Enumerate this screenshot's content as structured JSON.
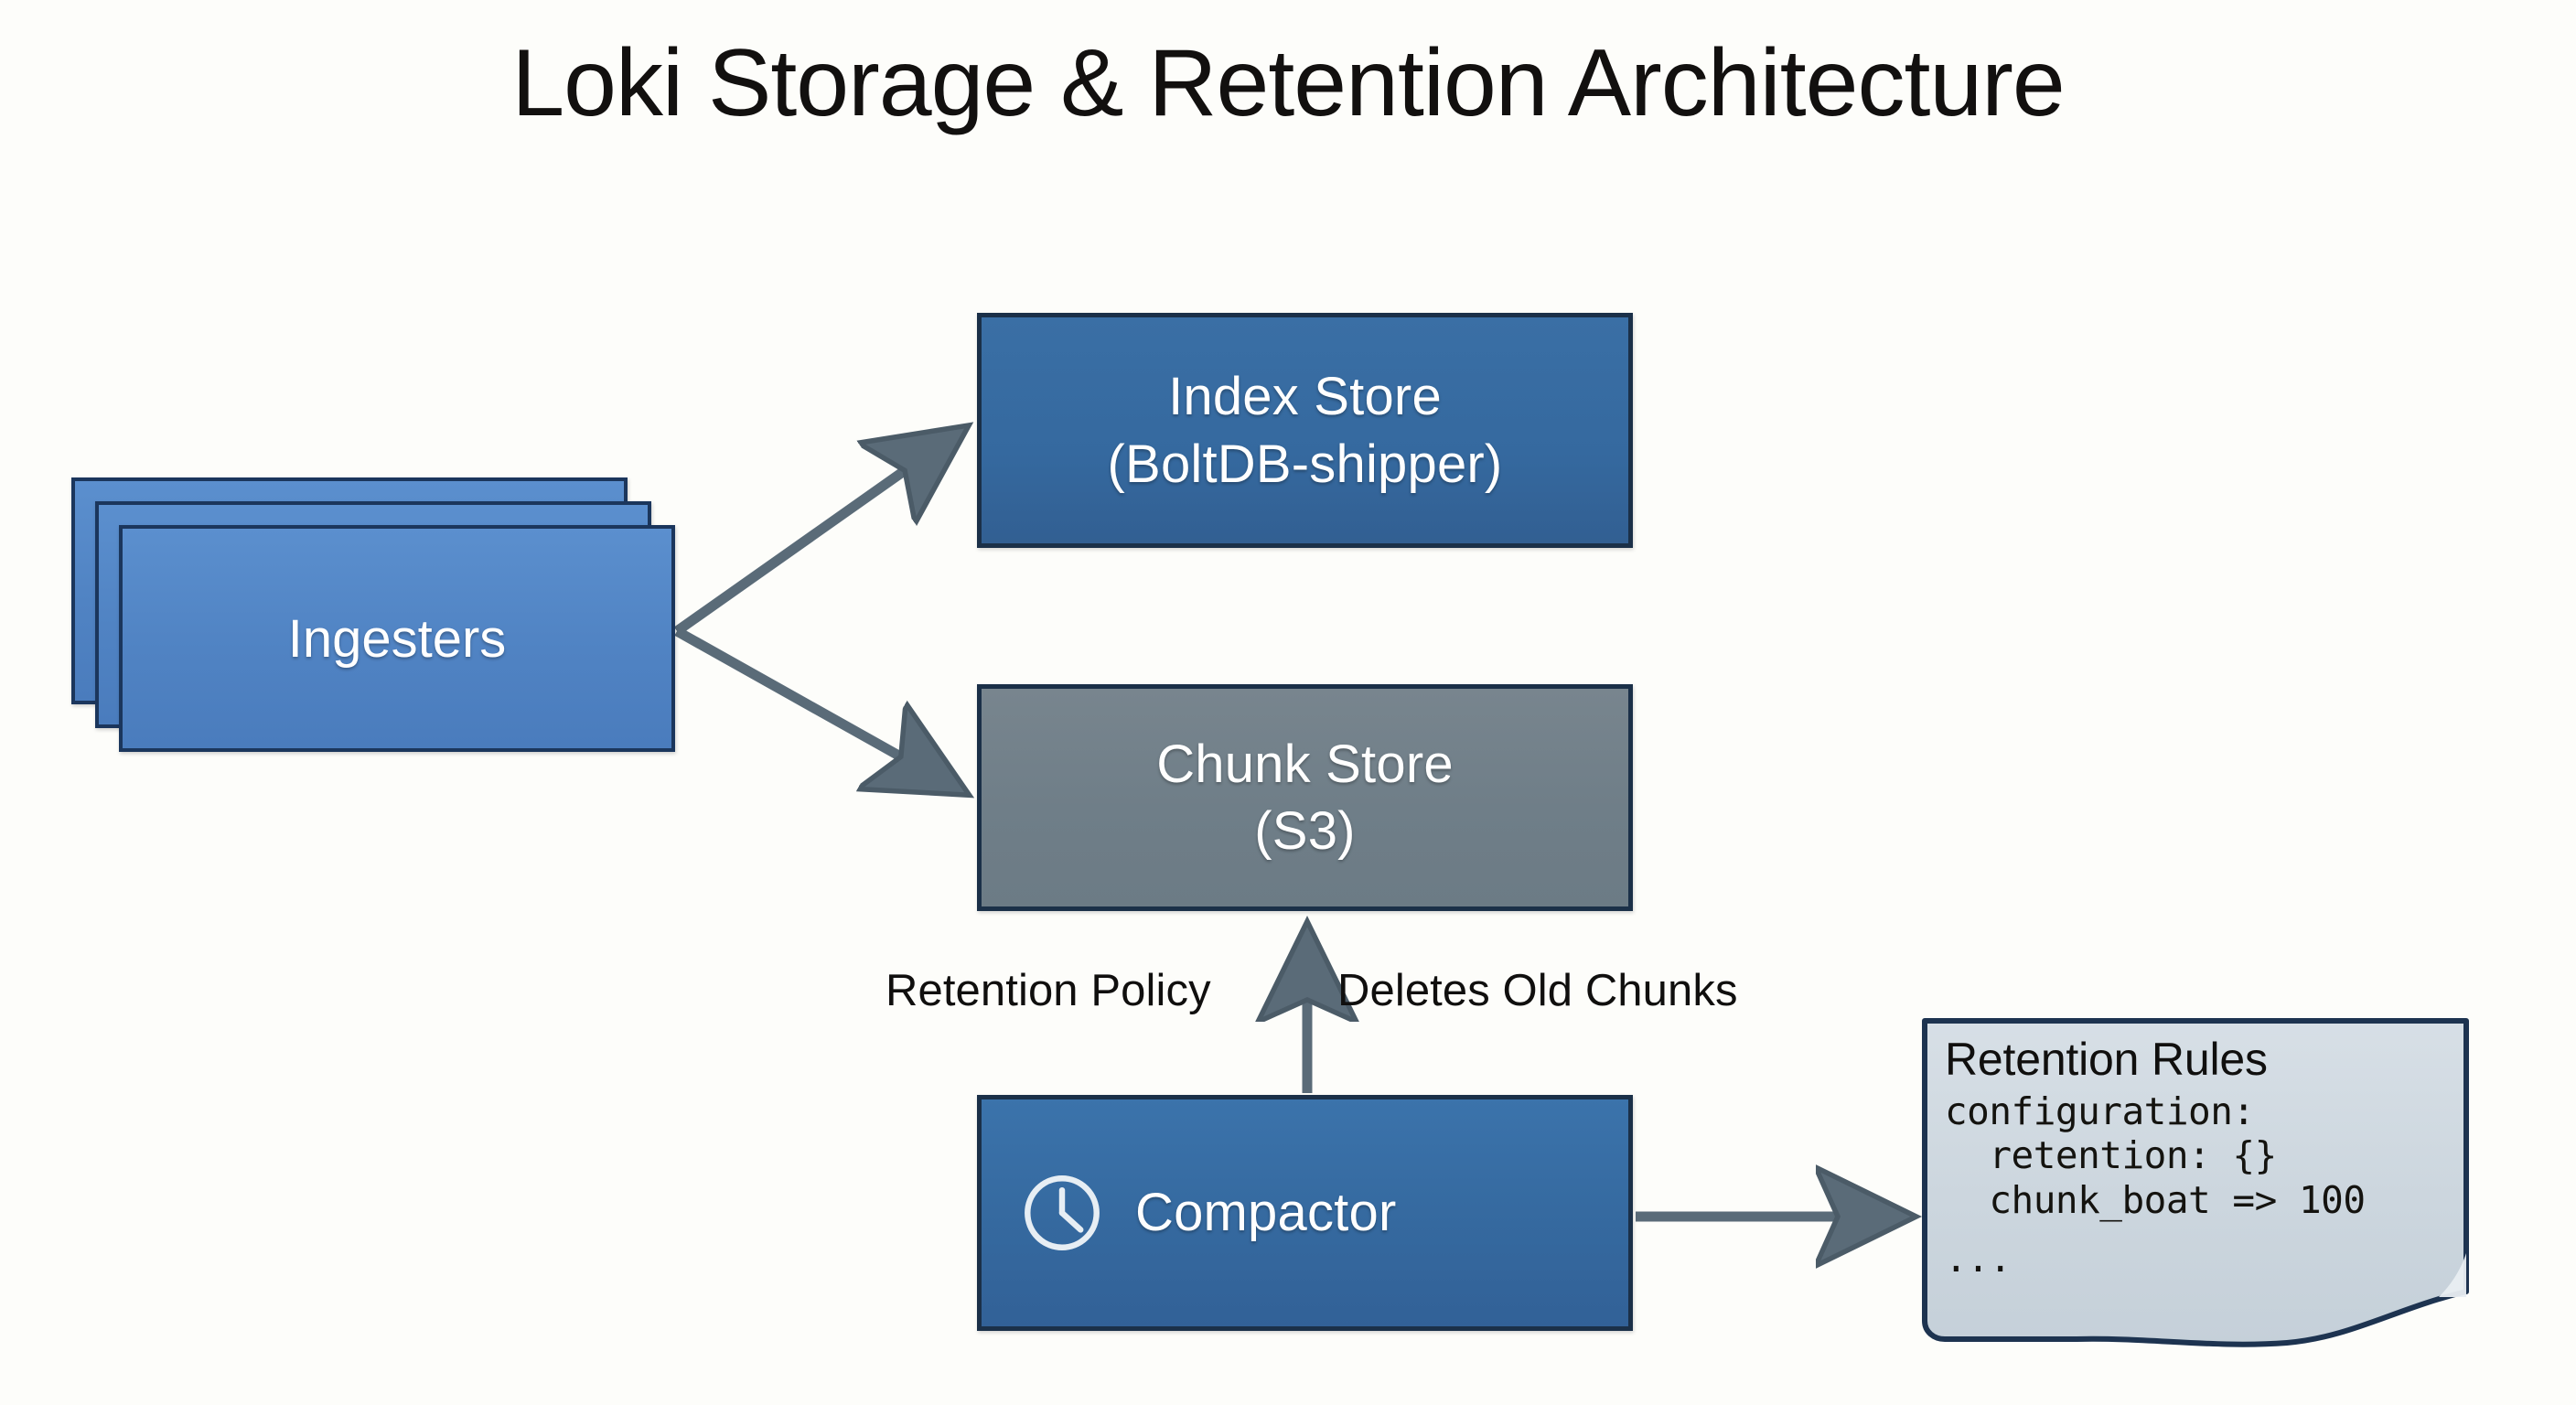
{
  "diagram": {
    "title": "Loki Storage & Retention Architecture",
    "background_color": "#fdfdfa",
    "type": "architecture-flow-diagram"
  },
  "nodes": {
    "ingesters": {
      "label": "Ingesters",
      "shape": "stacked-rectangles",
      "stack_count": 3,
      "fill_color": "#5083c3",
      "border_color": "#1b365c",
      "text_color": "#ffffff"
    },
    "index_store": {
      "line1": "Index Store",
      "line2": "(BoltDB-shipper)",
      "shape": "rectangle",
      "fill_color": "#35699f",
      "border_color": "#1b3048",
      "text_color": "#ffffff"
    },
    "chunk_store": {
      "line1": "Chunk Store",
      "line2": "(S3)",
      "shape": "rectangle",
      "fill_color": "#6f7e88",
      "border_color": "#1b3048",
      "text_color": "#ffffff"
    },
    "compactor": {
      "label": "Compactor",
      "icon": "clock-icon",
      "shape": "rectangle",
      "fill_color": "#35699f",
      "border_color": "#1b3048",
      "text_color": "#ffffff"
    },
    "retention_note": {
      "title": "Retention Rules",
      "code_lines": [
        "configuration:",
        "  retention: {}",
        "  chunk_boat => 100"
      ],
      "ellipsis": "...",
      "shape": "note-document",
      "fill_color": "#ced8e0",
      "border_color": "#1d3350",
      "text_color": "#14130f"
    }
  },
  "edges": [
    {
      "id": "ingesters-to-index-store",
      "from": "ingesters",
      "to": "index_store",
      "label": "",
      "direction": "up-right",
      "color": "#5a6b78"
    },
    {
      "id": "ingesters-to-chunk-store",
      "from": "ingesters",
      "to": "chunk_store",
      "label": "",
      "direction": "down-right",
      "color": "#5a6b78"
    },
    {
      "id": "compactor-to-chunk-store",
      "from": "compactor",
      "to": "chunk_store",
      "label_left": "Retention Policy",
      "label_right": "Deletes Old Chunks",
      "direction": "up",
      "color": "#5a6b78"
    },
    {
      "id": "compactor-to-retention-note",
      "from": "compactor",
      "to": "retention_note",
      "label": "",
      "direction": "right",
      "color": "#5a6b78"
    }
  ]
}
